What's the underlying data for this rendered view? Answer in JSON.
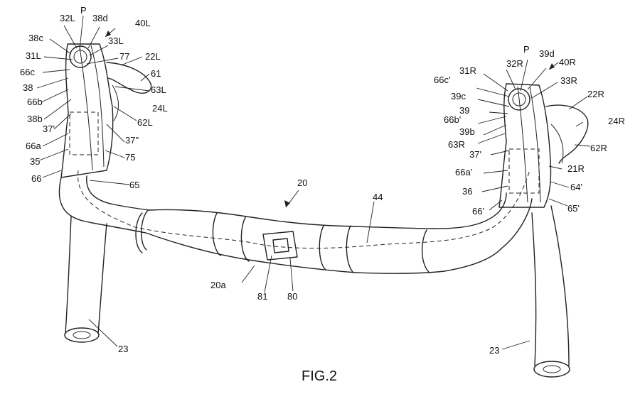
{
  "figure": {
    "caption": "FIG.2"
  },
  "labels": {
    "l_32L": "32L",
    "l_P_left": "P",
    "l_38d": "38d",
    "l_40L": "40L",
    "l_38c": "38c",
    "l_33L": "33L",
    "l_31L": "31L",
    "l_77": "77",
    "l_22L": "22L",
    "l_66c": "66c",
    "l_61": "61",
    "l_38": "38",
    "l_63L": "63L",
    "l_66b": "66b",
    "l_24L": "24L",
    "l_38b": "38b",
    "l_62L": "62L",
    "l_37p": "37'",
    "l_37pp": "37\"",
    "l_66a": "66a",
    "l_35": "35",
    "l_75": "75",
    "l_66": "66",
    "l_65": "65",
    "l_20": "20",
    "l_44": "44",
    "l_20a": "20a",
    "l_81": "81",
    "l_80": "80",
    "l_23_left": "23",
    "l_23_right": "23",
    "l_P_right": "P",
    "l_32R": "32R",
    "l_39d": "39d",
    "l_40R": "40R",
    "l_31R": "31R",
    "l_66cp": "66c'",
    "l_33R": "33R",
    "l_39c": "39c",
    "l_22R": "22R",
    "l_39": "39",
    "l_66bp": "66b'",
    "l_24R": "24R",
    "l_39b": "39b",
    "l_63R": "63R",
    "l_62R": "62R",
    "l_37pR": "37'",
    "l_21R": "21R",
    "l_66ap": "66a'",
    "l_36": "36",
    "l_64p": "64'",
    "l_66p": "66'",
    "l_65p": "65'"
  }
}
